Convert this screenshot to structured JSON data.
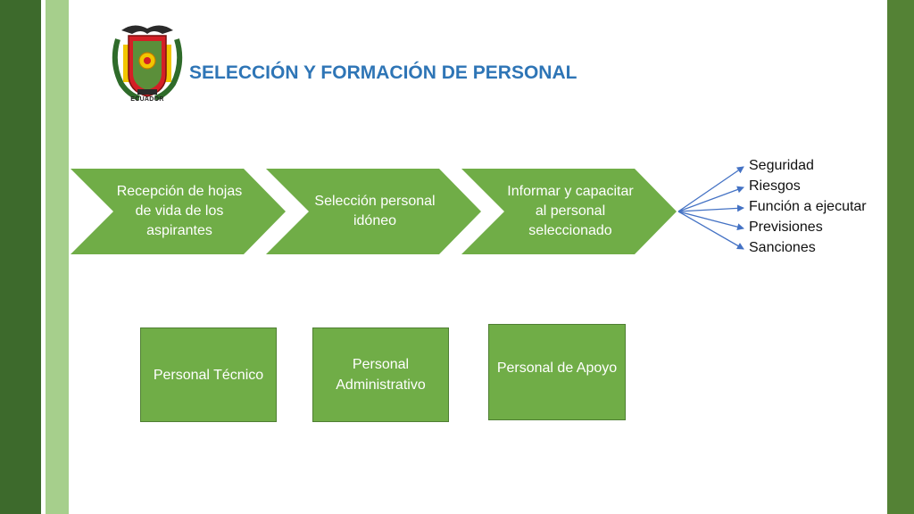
{
  "slide": {
    "title": "SELECCIÓN Y FORMACIÓN DE PERSONAL",
    "emblem": {
      "icon": "ecuador-coat-of-arms-icon",
      "caption": "ECUADOR"
    }
  },
  "process_steps": [
    {
      "label": "Recepción de hojas de vida de los aspirantes"
    },
    {
      "label": "Selección personal idóneo"
    },
    {
      "label": "Informar y capacitar al personal seleccionado"
    }
  ],
  "training_topics": [
    "Seguridad",
    "Riesgos",
    "Función a ejecutar",
    "Previsiones",
    "Sanciones"
  ],
  "personnel_types": [
    {
      "label": "Personal Técnico"
    },
    {
      "label": "Personal Administrativo"
    },
    {
      "label": "Personal de Apoyo"
    }
  ],
  "colors": {
    "chevron_fill": "#70ad47",
    "title": "#2e75b6",
    "arrow": "#4472c4",
    "band_dark": "#3d6a2c",
    "band_light": "#a6cf8c"
  }
}
